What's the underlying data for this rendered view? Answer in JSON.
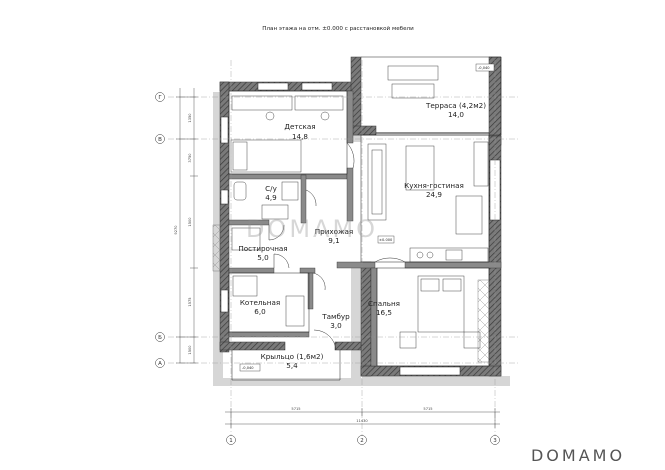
{
  "plan_title": "План этажа на отм. ±0.000 с расстановкой мебели",
  "rooms": [
    {
      "name": "Детская",
      "area": "14,8"
    },
    {
      "name": "С/у",
      "area": "4,9"
    },
    {
      "name": "Прихожая",
      "area": "9,1"
    },
    {
      "name": "Постирочная",
      "area": "5,0"
    },
    {
      "name": "Кухня-гостиная",
      "area": "24,9"
    },
    {
      "name": "Терраса (4,2м2)",
      "area": "14,0"
    },
    {
      "name": "Котельная",
      "area": "6,0"
    },
    {
      "name": "Тамбур",
      "area": "3,0"
    },
    {
      "name": "Спальня",
      "area": "16,5"
    },
    {
      "name": "Крыльцо (1,6м2)",
      "area": "5,4"
    }
  ],
  "levels": {
    "terrace": "-0,040",
    "porch": "-0,040",
    "hall": "±0.000"
  },
  "axes": {
    "rows": [
      "Г",
      "В",
      "Б",
      "А"
    ],
    "cols": [
      "1",
      "2",
      "3"
    ]
  },
  "dims_vertical": [
    "1350",
    "3750",
    "1500",
    "1575",
    "1500",
    "9270"
  ],
  "dims_horizontal": [
    "5715",
    "5715",
    "11430"
  ],
  "watermarks": [
    "DOMAMO",
    "DOMAMO"
  ],
  "colors": {
    "wall": "#6a6a6a",
    "shadow": "#d4d4d4",
    "line": "#222222",
    "background": "#ffffff"
  }
}
